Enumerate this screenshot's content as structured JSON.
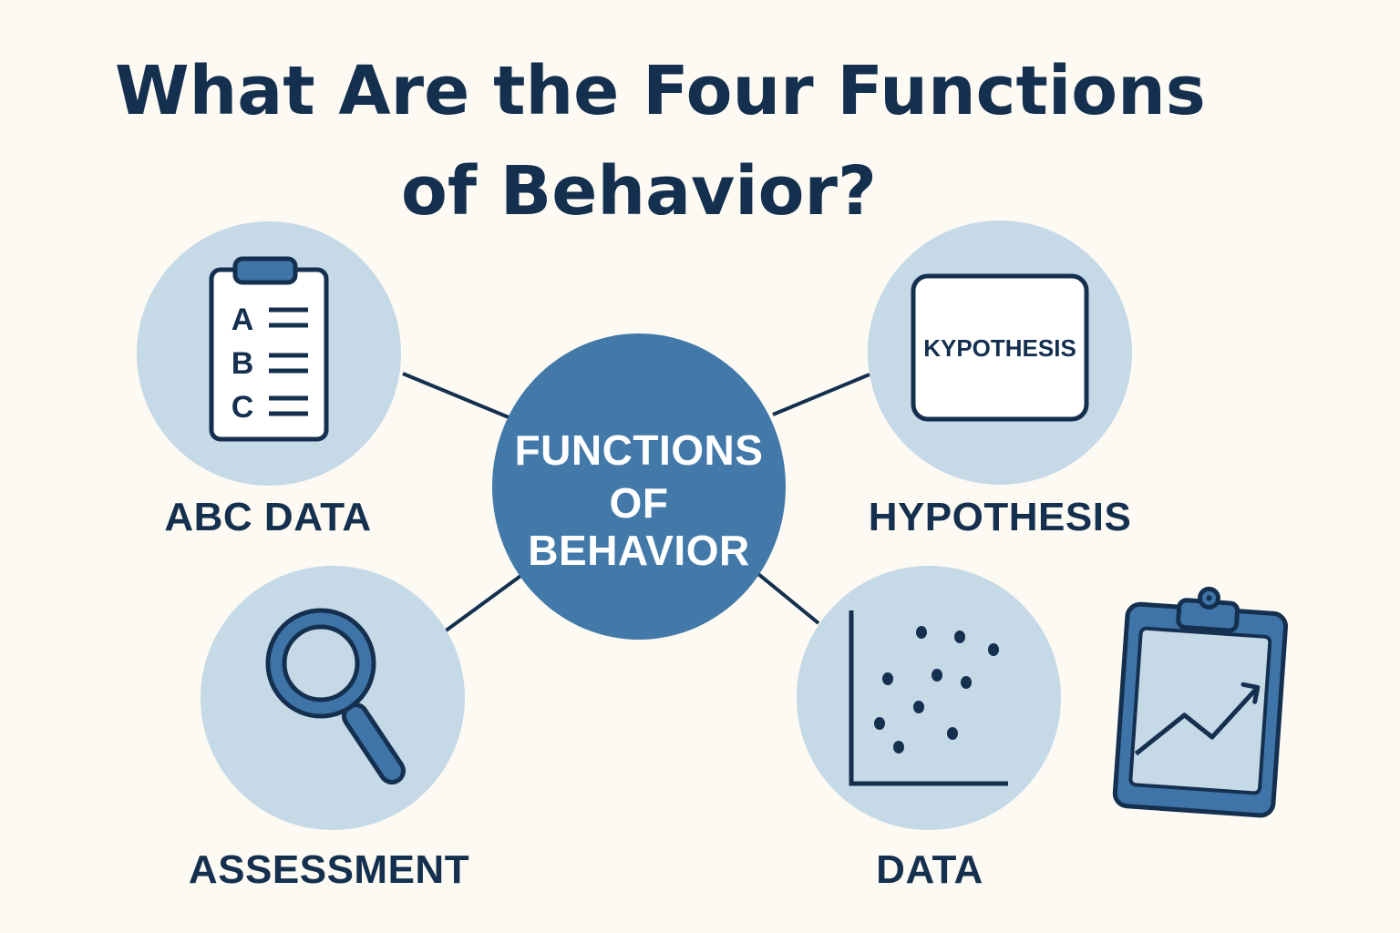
{
  "title": {
    "line1": "What Are the Four Functions",
    "line2": "of Behavior?"
  },
  "center": {
    "line1": "FUNCTIONS",
    "line2": "OF",
    "line3": "BEHAVIOR"
  },
  "nodes": {
    "abc_data": {
      "label": "ABC DATA",
      "icon": "clipboard-checklist-icon",
      "letters": [
        "A",
        "B",
        "C"
      ]
    },
    "hypothesis": {
      "label": "HYPOTHESIS",
      "icon": "text-card-icon",
      "card_text": "KYPOTHESIS"
    },
    "assessment": {
      "label": "ASSESSMENT",
      "icon": "magnifying-glass-icon"
    },
    "data": {
      "label": "DATA",
      "icon": "scatter-plot-icon"
    }
  },
  "extra_icons": [
    "clipboard-trend-chart-icon"
  ],
  "colors": {
    "background": "#fcfaf2",
    "circle_light": "#c5d9e7",
    "center_blue": "#4279a9",
    "dark_navy": "#15304f",
    "accent_blue": "#3f74a8"
  }
}
